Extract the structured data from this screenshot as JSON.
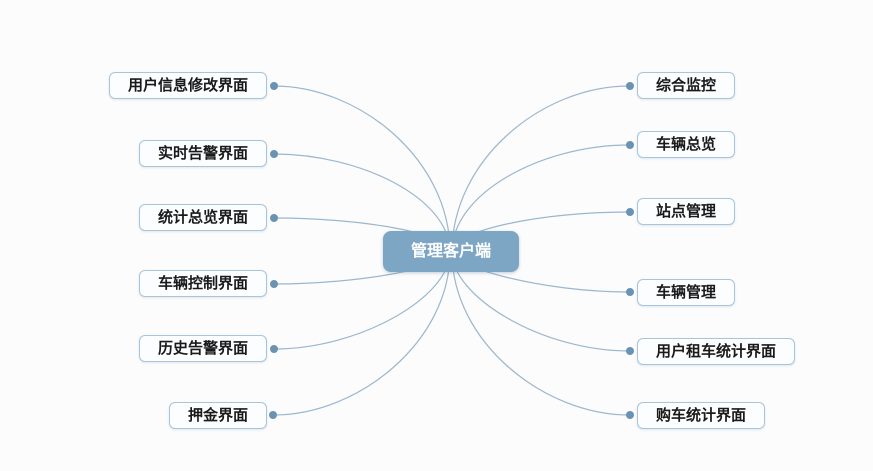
{
  "diagram": {
    "center": {
      "label": "管理客户端"
    },
    "left_nodes": [
      {
        "label": "用户信息修改界面"
      },
      {
        "label": "实时告警界面"
      },
      {
        "label": "统计总览界面"
      },
      {
        "label": "车辆控制界面"
      },
      {
        "label": "历史告警界面"
      },
      {
        "label": "押金界面"
      }
    ],
    "right_nodes": [
      {
        "label": "综合监控"
      },
      {
        "label": "车辆总览"
      },
      {
        "label": "站点管理"
      },
      {
        "label": "车辆管理"
      },
      {
        "label": "用户租车统计界面"
      },
      {
        "label": "购车统计界面"
      }
    ],
    "colors": {
      "background": "#fcfcfc",
      "line": "#9cb6ce",
      "dot": "#6a92b2",
      "center_fill": "#7da6c4",
      "center_text": "#ffffff",
      "leaf_fill": "#fbfdfe",
      "leaf_border": "#a9c5dc",
      "leaf_text": "#1a1a1a"
    }
  }
}
